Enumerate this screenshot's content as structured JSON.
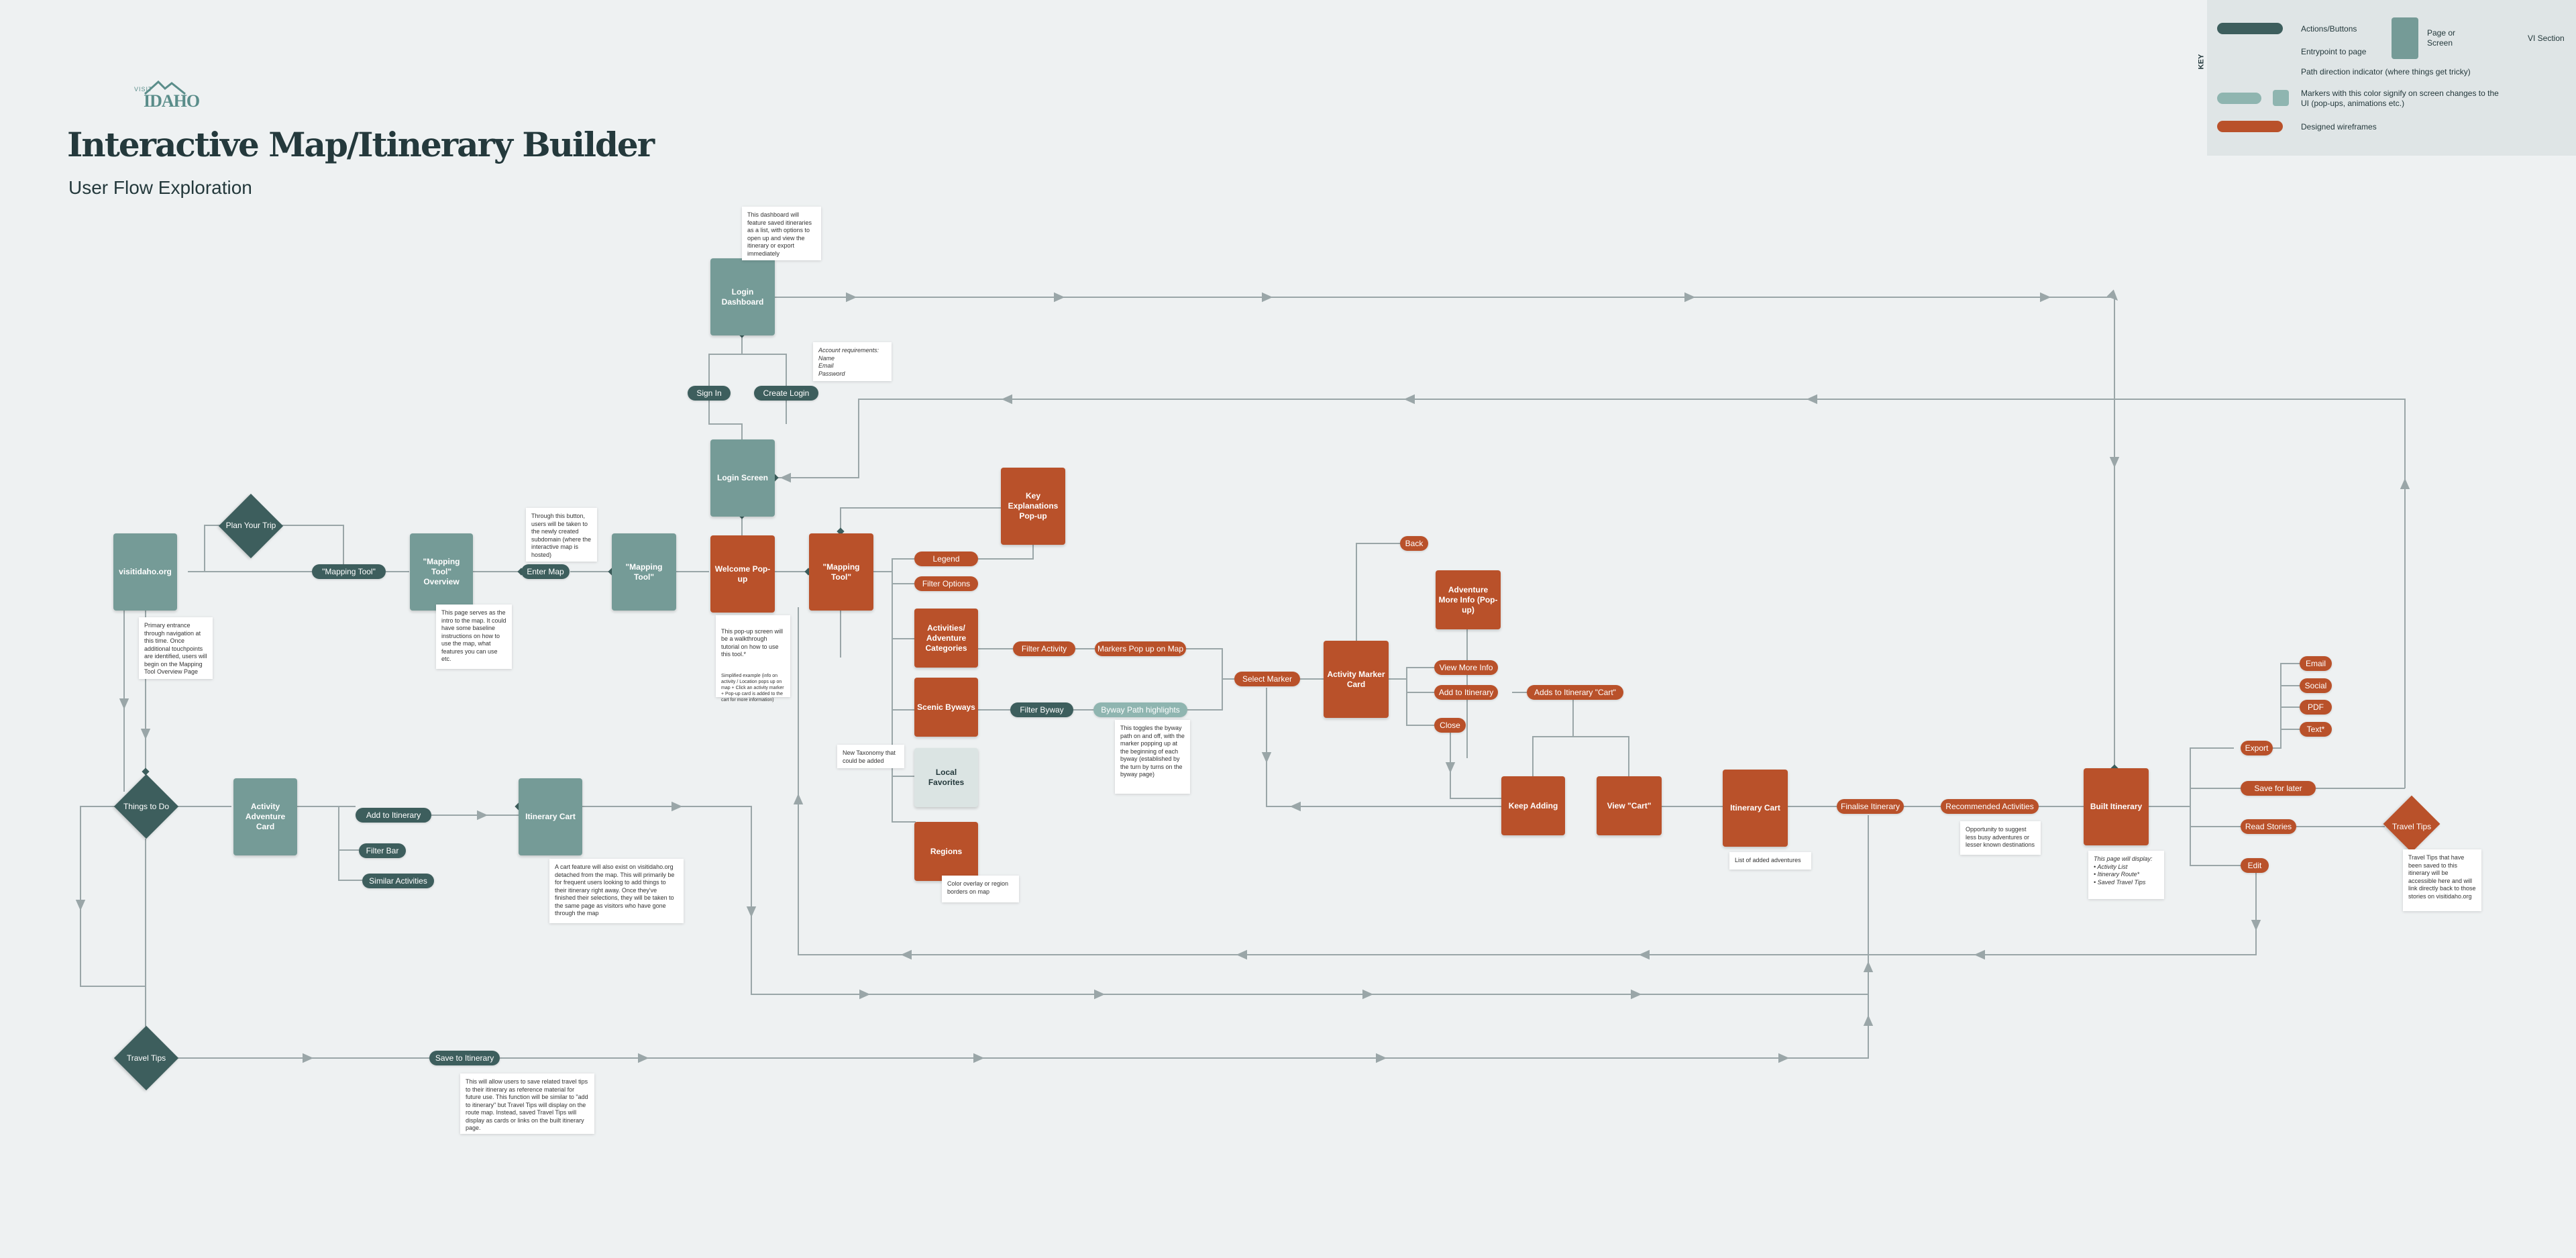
{
  "logo": {
    "small": "VISIT",
    "big": "IDAHO"
  },
  "title": "Interactive Map/Itinerary Builder",
  "subtitle": "User Flow Exploration",
  "key": {
    "label": "KEY",
    "actions": "Actions/Buttons",
    "entry": "Entrypoint to page",
    "path": "Path direction indicator (where things get tricky)",
    "markers": "Markers with this color signify on screen changes to the UI (pop-ups, animations etc.)",
    "designed": "Designed wireframes",
    "page": "Page or Screen",
    "vi": "VI Section"
  },
  "nodes": {
    "visitidaho": "visitidaho.org",
    "plan_trip": "Plan Your Trip",
    "mapping_tool_pill": "\"Mapping Tool\"",
    "mapping_overview": "\"Mapping Tool\" Overview",
    "enter_map": "Enter Map",
    "mapping_tool_teal": "\"Mapping Tool\"",
    "login_dashboard": "Login Dashboard",
    "sign_in": "Sign In",
    "create_login": "Create Login",
    "login_screen": "Login Screen",
    "welcome_popup": "Welcome Pop-up",
    "mapping_tool_orange": "\"Mapping Tool\"",
    "key_explanations": "Key Explanations Pop-up",
    "legend": "Legend",
    "filter_options": "Filter Options",
    "activities_categories": "Activities/ Adventure Categories",
    "filter_activity": "Filter Activity",
    "markers_popup": "Markers Pop up on Map",
    "scenic_byways": "Scenic Byways",
    "filter_byway": "Filter Byway",
    "byway_highlights": "Byway Path highlights",
    "local_favorites": "Local Favorites",
    "regions": "Regions",
    "select_marker": "Select Marker",
    "activity_marker_card": "Activity Marker Card",
    "back": "Back",
    "adventure_more_info": "Adventure More Info (Pop-up)",
    "view_more_info": "View More Info",
    "add_to_itinerary_orange": "Add to Itinerary",
    "adds_to_cart": "Adds to Itinerary \"Cart\"",
    "close": "Close",
    "keep_adding": "Keep Adding",
    "view_cart": "View \"Cart\"",
    "itinerary_cart_orange": "Itinerary Cart",
    "finalise_itinerary": "Finalise Itinerary",
    "recommended_activities": "Recommended Activities",
    "built_itinerary": "Built Itinerary",
    "export": "Export",
    "email": "Email",
    "social": "Social",
    "pdf": "PDF",
    "text": "Text*",
    "save_for_later": "Save for later",
    "read_stories": "Read Stories",
    "edit": "Edit",
    "travel_tips_right": "Travel Tips",
    "things_to_do": "Things to Do",
    "activity_adventure_card": "Activity Adventure Card",
    "add_to_itinerary_dark": "Add to Itinerary",
    "filter_bar": "Filter Bar",
    "similar_activities": "Similar Activities",
    "itinerary_cart_teal": "Itinerary Cart",
    "travel_tips_left": "Travel Tips",
    "save_to_itinerary": "Save to Itinerary"
  },
  "notes": {
    "dashboard": "This dashboard will feature saved itineraries as a list, with options to open up and view the itinerary or export immediately",
    "account": "Account requirements:\nName\nEmail\nPassword",
    "through_button": "Through this button, users will be taken to the newly created subdomain (where the interactive map is hosted)",
    "primary_entrance": "Primary entrance through navigation at this time. Once additional touchpoints are identified, users will begin on the Mapping Tool Overview Page",
    "intro_page": "This page serves as the intro to the map. It could have some baseline instructions on how to use the map, what features you can use etc.",
    "popup_walkthrough": "This pop-up screen will be a walkthrough tutorial on how to use this tool.*",
    "popup_small": "Simplified example (info on activity / Location pops up on map + Click an activity marker + Pop-up card is added to the cart for more information)",
    "new_taxonomy": "New Taxonomy that could be added",
    "byway_toggle": "This toggles the byway path on and off, with the marker popping up at the beginning of each byway (established by the turn by turns on the byway page)",
    "color_overlay": "Color overlay or region borders on map",
    "cart_feature": "A cart feature will also exist on visitidaho.org detached from the map. This will primarily be for frequent users looking to add things to their itinerary right away. Once they've finished their selections, they will be taken to the same page as visitors who have gone through the map",
    "added_adventures": "List of added adventures",
    "opportunity": "Opportunity to suggest less busy adventures or lesser known destinations",
    "page_display": "This page will display:\n• Activity List\n• Itinerary Route*\n• Saved Travel Tips",
    "travel_tips_saved": "Travel Tips that have been saved to this itinerary will be accessible here and will link directly back to those stories on visitidaho.org",
    "travel_tips_related": "This will allow users to save related travel tips to their itinerary as reference material for future use. This function will be similar to \"add to itinerary\" but Travel Tips will display on the route map. Instead, saved Travel Tips will display as cards or links on the built itinerary page."
  },
  "colors": {
    "background": "#eef1f2",
    "teal": "#759b97",
    "dark_teal": "#3d5e5d",
    "orange": "#b9512a",
    "light_teal": "#8fb5b0",
    "line": "#9aa6a8"
  }
}
